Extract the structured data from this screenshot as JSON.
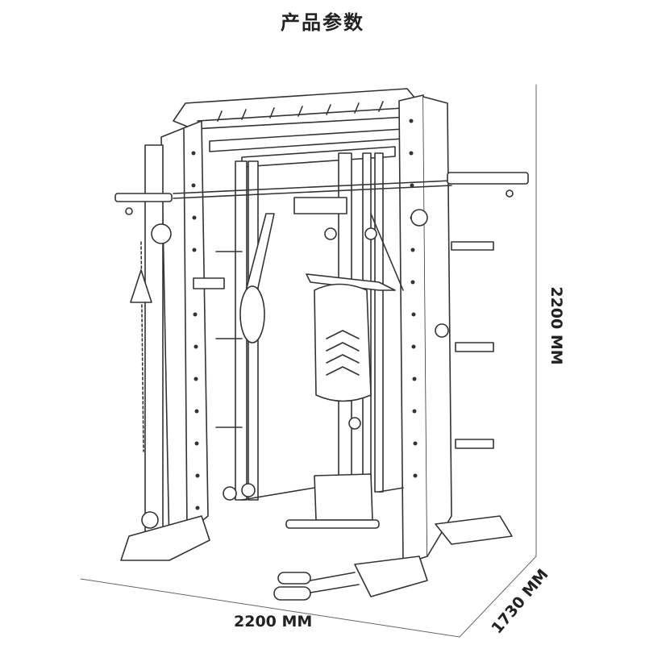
{
  "title": "产品参数",
  "dimensions": {
    "height": "2200 MM",
    "width": "2200 MM",
    "depth": "1730 MM"
  }
}
